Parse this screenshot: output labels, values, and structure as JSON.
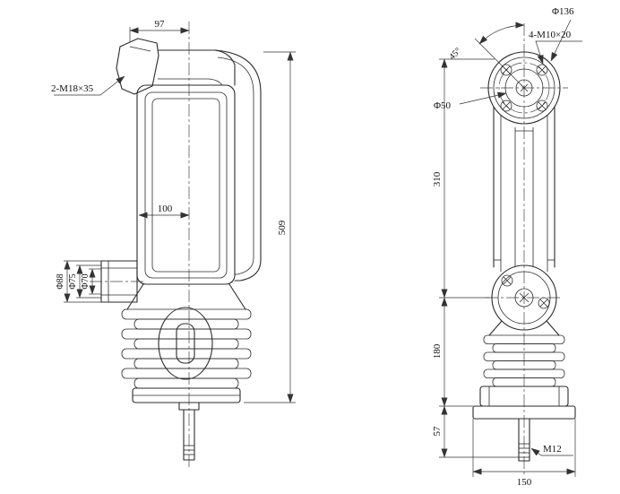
{
  "left_view": {
    "dims": {
      "top_width": "97",
      "terminal_thread": "2-M18×35",
      "mid_width": "100",
      "total_height": "509",
      "boss_dia_outer": "Φ88",
      "boss_dia_mid": "Φ75",
      "boss_dia_inner": "Φ70"
    }
  },
  "right_view": {
    "dims": {
      "flange_dia": "Φ136",
      "bolt_spec": "4-M10×20",
      "bolt_angle": "45°",
      "center_dia": "Φ50",
      "upper_height": "310",
      "lower_height": "180",
      "stem_height": "57",
      "stem_thread": "M12",
      "base_width": "150"
    }
  }
}
